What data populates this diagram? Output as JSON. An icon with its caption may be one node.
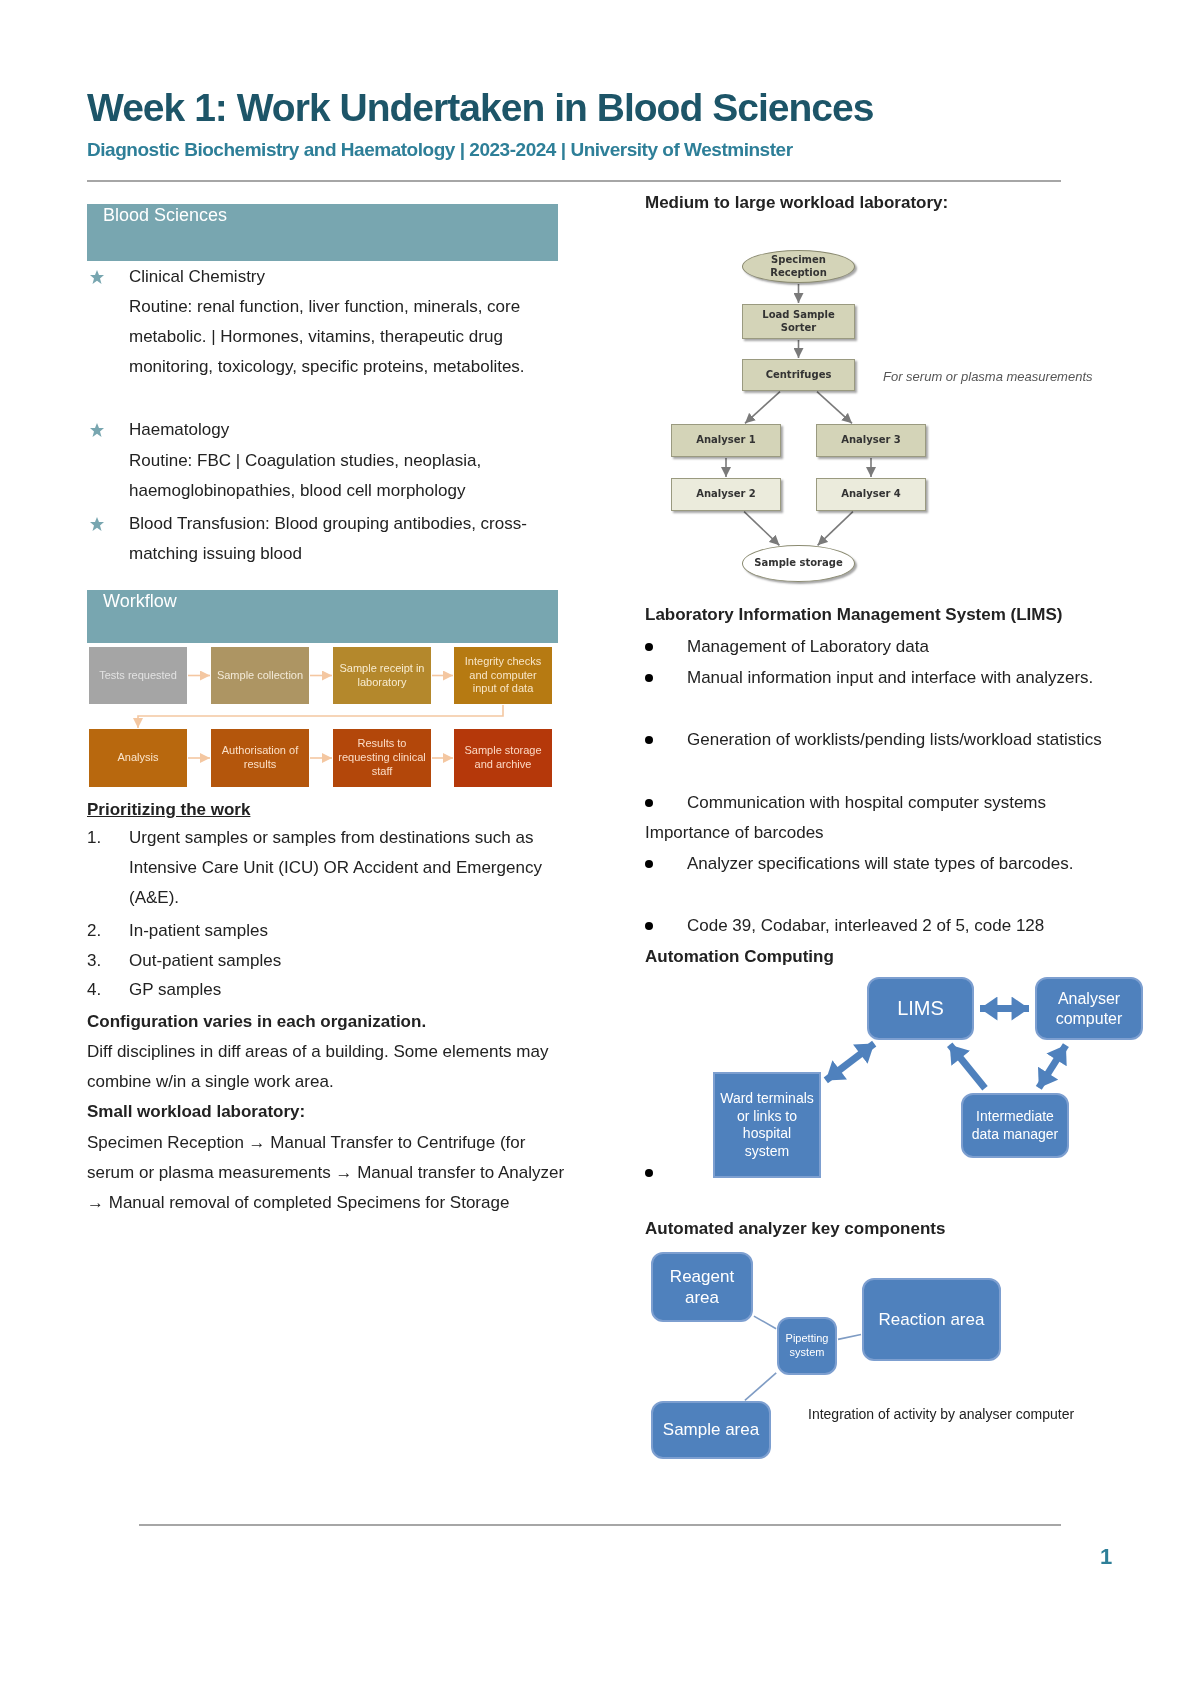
{
  "diagram": {
    "title": "Week 1: Work Undertaken in Blood Sciences",
    "nodes": [
      {
        "text": [
          "Blood Sciences"
        ]
      },
      {
        "text": [
          "Workflow"
        ]
      },
      {
        "text": [
          "Tests requested"
        ]
      },
      {
        "text": [
          "Sample collection"
        ]
      },
      {
        "text": [
          "Sample receipt in laboratory"
        ]
      },
      {
        "text": [
          "Integrity checks and computer input of data"
        ]
      },
      {
        "text": [
          "Analysis"
        ]
      },
      {
        "text": [
          "Authorisation of results"
        ]
      },
      {
        "text": [
          "Results to requesting clinical staff"
        ]
      },
      {
        "text": [
          "Sample storage and archive"
        ]
      },
      {
        "text": [
          "Specimen Reception"
        ]
      },
      {
        "text": [
          "Load Sample Sorter"
        ]
      },
      {
        "text": [
          "Centrifuges"
        ],
        "beside": [
          "For serum or plasma measurements"
        ]
      },
      {
        "text": [
          "Analyser 1"
        ]
      },
      {
        "text": [
          "Analyser 3"
        ]
      },
      {
        "text": [
          "Analyser 2"
        ]
      },
      {
        "text": [
          "Analyser 4"
        ]
      },
      {
        "text": [
          "Sample storage"
        ]
      },
      {
        "text": [
          "LIMS"
        ]
      },
      {
        "text": [
          "Analyser computer"
        ]
      },
      {
        "text": [
          "Ward terminals or links to hospital system"
        ]
      },
      {
        "text": [
          "Intermediate data manager"
        ]
      },
      {
        "text": [
          "Reagent area"
        ]
      },
      {
        "text": [
          "Pipetting system"
        ]
      },
      {
        "text": [
          "Reaction area"
        ]
      },
      {
        "text": [
          "Sample area"
        ]
      }
    ],
    "edges": [
      {
        "from": 2,
        "to": 3,
        "arrow": "to",
        "color": "#f4c7a1"
      },
      {
        "from": 3,
        "to": 4,
        "arrow": "to",
        "color": "#f4c7a1"
      },
      {
        "from": 4,
        "to": 5,
        "arrow": "to",
        "color": "#f4c7a1"
      },
      {
        "from": 5,
        "to": 6,
        "arrow": "to",
        "color": "#f4c7a1"
      },
      {
        "from": 6,
        "to": 7,
        "arrow": "to",
        "color": "#f4c7a1"
      },
      {
        "from": 7,
        "to": 8,
        "arrow": "to",
        "color": "#f4c7a1"
      },
      {
        "from": 8,
        "to": 9,
        "arrow": "to",
        "color": "#f4c7a1"
      },
      {
        "from": 10,
        "to": 11,
        "arrow": "to",
        "color": "#7a7a7a"
      },
      {
        "from": 11,
        "to": 12,
        "arrow": "to",
        "color": "#7a7a7a"
      },
      {
        "from": 12,
        "to": 13,
        "arrow": "to",
        "color": "#7a7a7a"
      },
      {
        "from": 12,
        "to": 14,
        "arrow": "to",
        "color": "#7a7a7a"
      },
      {
        "from": 13,
        "to": 15,
        "arrow": "to",
        "color": "#7a7a7a"
      },
      {
        "from": 14,
        "to": 16,
        "arrow": "to",
        "color": "#7a7a7a"
      },
      {
        "from": 15,
        "to": 17,
        "arrow": "to",
        "color": "#7a7a7a"
      },
      {
        "from": 16,
        "to": 17,
        "arrow": "to",
        "color": "#7a7a7a"
      },
      {
        "from": 18,
        "to": 19,
        "arrow": "both",
        "style": "thick",
        "color": "#4f81bd"
      },
      {
        "from": 18,
        "to": 20,
        "arrow": "both",
        "style": "thick",
        "color": "#4f81bd"
      },
      {
        "from": 21,
        "to": 18,
        "arrow": "to",
        "style": "thick",
        "color": "#4f81bd"
      },
      {
        "from": 19,
        "to": 21,
        "arrow": "both",
        "style": "thick",
        "color": "#4f81bd"
      },
      {
        "from": 22,
        "to": 23,
        "arrow": "none",
        "color": "#7f9cc4"
      },
      {
        "from": 23,
        "to": 24,
        "arrow": "none",
        "color": "#7f9cc4"
      },
      {
        "from": 25,
        "to": 23,
        "arrow": "none",
        "color": "#7f9cc4"
      }
    ],
    "labels": [
      "Diagnostic Biochemistry and Haematology | 2023-2024 | University of Westminster",
      "Clinical Chemistry",
      "Routine: renal function, liver function, minerals, core metabolic. | Hormones, vitamins, therapeutic drug monitoring, toxicology, specific proteins, metabolites.",
      "Haematology",
      "Routine: FBC | Coagulation studies, neoplasia, haemoglobinopathies, blood cell morphology",
      "Blood Transfusion: Blood grouping antibodies, cross-matching issuing blood",
      "Prioritizing the work",
      "1.",
      "Urgent samples or samples from destinations such as Intensive Care Unit (ICU) OR Accident and Emergency (A&E).",
      "2.",
      "In-patient samples",
      "3.",
      "Out-patient samples",
      "4.",
      "GP samples",
      "Configuration varies in each organization.",
      "Diff disciplines in diff areas of a building. Some elements may combine w/in a single work area.",
      "Small workload laboratory:",
      "Specimen Reception → Manual Transfer to Centrifuge (for serum or plasma measurements → Manual transfer to Analyzer → Manual removal of completed Specimens for Storage",
      "Medium to large workload laboratory:",
      "Laboratory Information Management System (LIMS)",
      "Management of Laboratory data",
      "Manual information input and interface with analyzers.",
      "Generation of worklists/pending lists/workload statistics",
      "Communication with hospital computer systems",
      "Importance of barcodes",
      "Analyzer specifications will state types of barcodes.",
      "Code 39, Codabar, interleaved 2 of 5, code 128",
      "Automation Computing",
      "Automated analyzer key components",
      "Integration of activity by analyser computer",
      "1"
    ]
  }
}
